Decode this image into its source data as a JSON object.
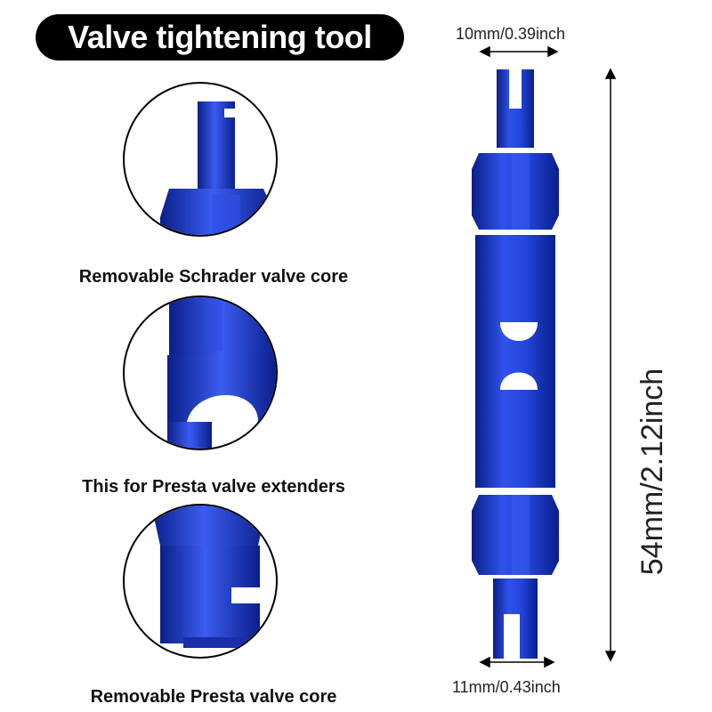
{
  "title": "Valve tightening tool",
  "captions": {
    "schrader": "Removable Schrader valve core",
    "presta_extender": "This for Presta valve extenders",
    "presta_core": "Removable Presta valve core"
  },
  "dimensions": {
    "top_width": "10mm/0.39inch",
    "bottom_width": "11mm/0.43inch",
    "length": "54mm/2.12inch"
  },
  "colors": {
    "tool_blue": "#1f3fd1",
    "tool_dark": "#0b1f8a",
    "tool_light": "#5b7cff",
    "title_bg": "#000000",
    "title_text": "#ffffff"
  }
}
